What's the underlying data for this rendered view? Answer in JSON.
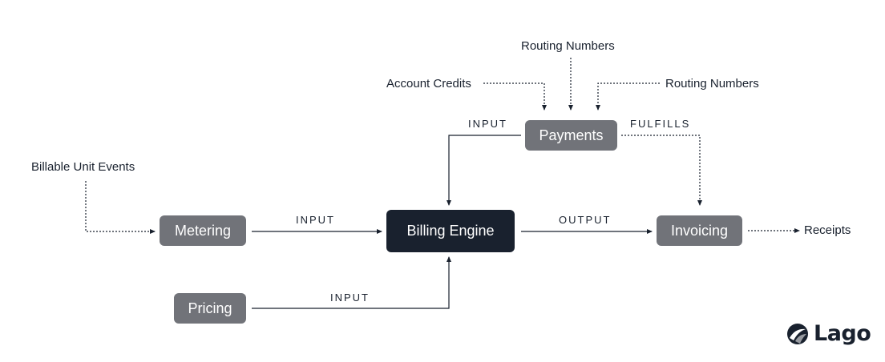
{
  "nodes": {
    "metering": "Metering",
    "billing_engine": "Billing Engine",
    "invoicing": "Invoicing",
    "pricing": "Pricing",
    "payments": "Payments"
  },
  "sources": {
    "billable_unit_events": "Billable Unit Events",
    "account_credits": "Account Credits",
    "routing_numbers_top": "Routing Numbers",
    "routing_numbers_right": "Routing Numbers",
    "receipts": "Receipts"
  },
  "edges": {
    "metering_to_engine": "INPUT",
    "payments_to_engine": "INPUT",
    "pricing_to_engine": "INPUT",
    "engine_to_invoicing": "OUTPUT",
    "payments_to_invoicing": "FULFILLS"
  },
  "brand": {
    "logo_text": "Lago",
    "colors": {
      "node": "#717379",
      "node_dark": "#19212e",
      "line": "#19212e"
    }
  }
}
